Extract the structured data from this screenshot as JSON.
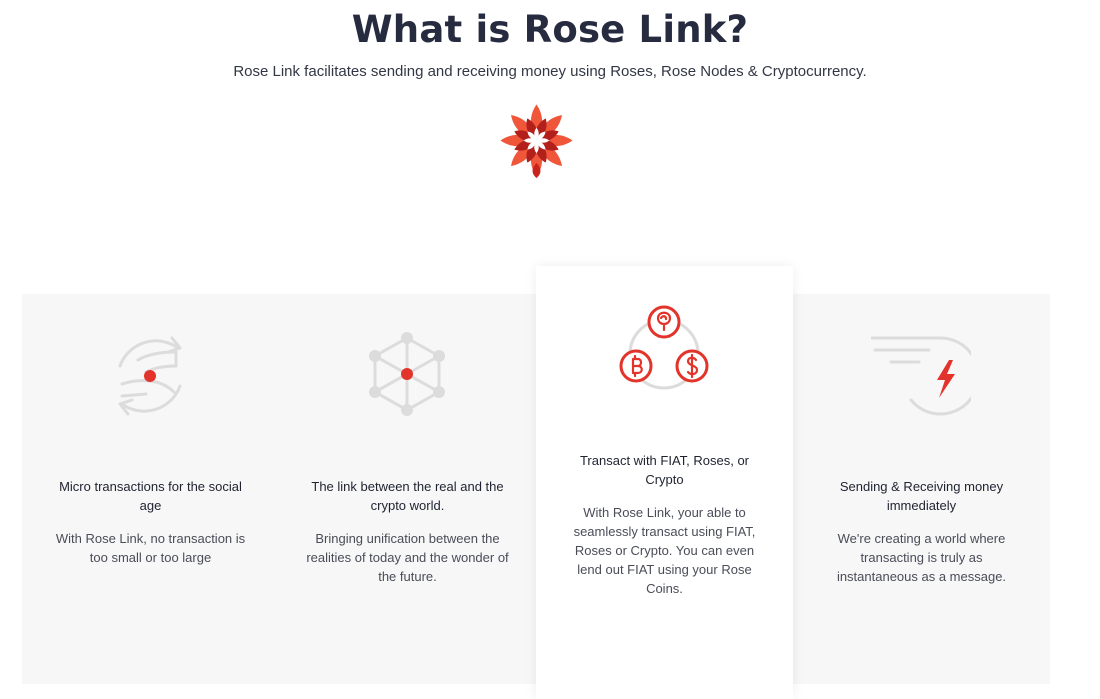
{
  "header": {
    "title": "What is Rose Link?",
    "subtitle": "Rose Link facilitates sending and receiving money using Roses, Rose Nodes & Cryptocurrency."
  },
  "colors": {
    "accent": "#e2342a",
    "petal_light": "#f0573a",
    "petal_dark": "#b3201c",
    "icon_gray": "#dcdcdc",
    "band": "#f7f7f7",
    "title": "#262b3f"
  },
  "features": [
    {
      "icon": "hands-exchange-icon",
      "title": "Micro transactions for the social age",
      "description": "With Rose Link, no transaction is too small or too large"
    },
    {
      "icon": "network-hexagon-icon",
      "title": "The link between the real and the crypto world.",
      "description": "Bringing unification between the realities of today and the wonder of the future."
    },
    {
      "icon": "currency-cycle-icon",
      "title": "Transact with FIAT, Roses, or Crypto",
      "description": "With Rose Link, your able to seamlessly transact using FIAT, Roses or Crypto. You can even lend out FIAT using your Rose Coins."
    },
    {
      "icon": "fast-lightning-icon",
      "title": "Sending & Receiving money immediately",
      "description": "We're creating a world where transacting is truly as instantaneous as a message."
    }
  ]
}
